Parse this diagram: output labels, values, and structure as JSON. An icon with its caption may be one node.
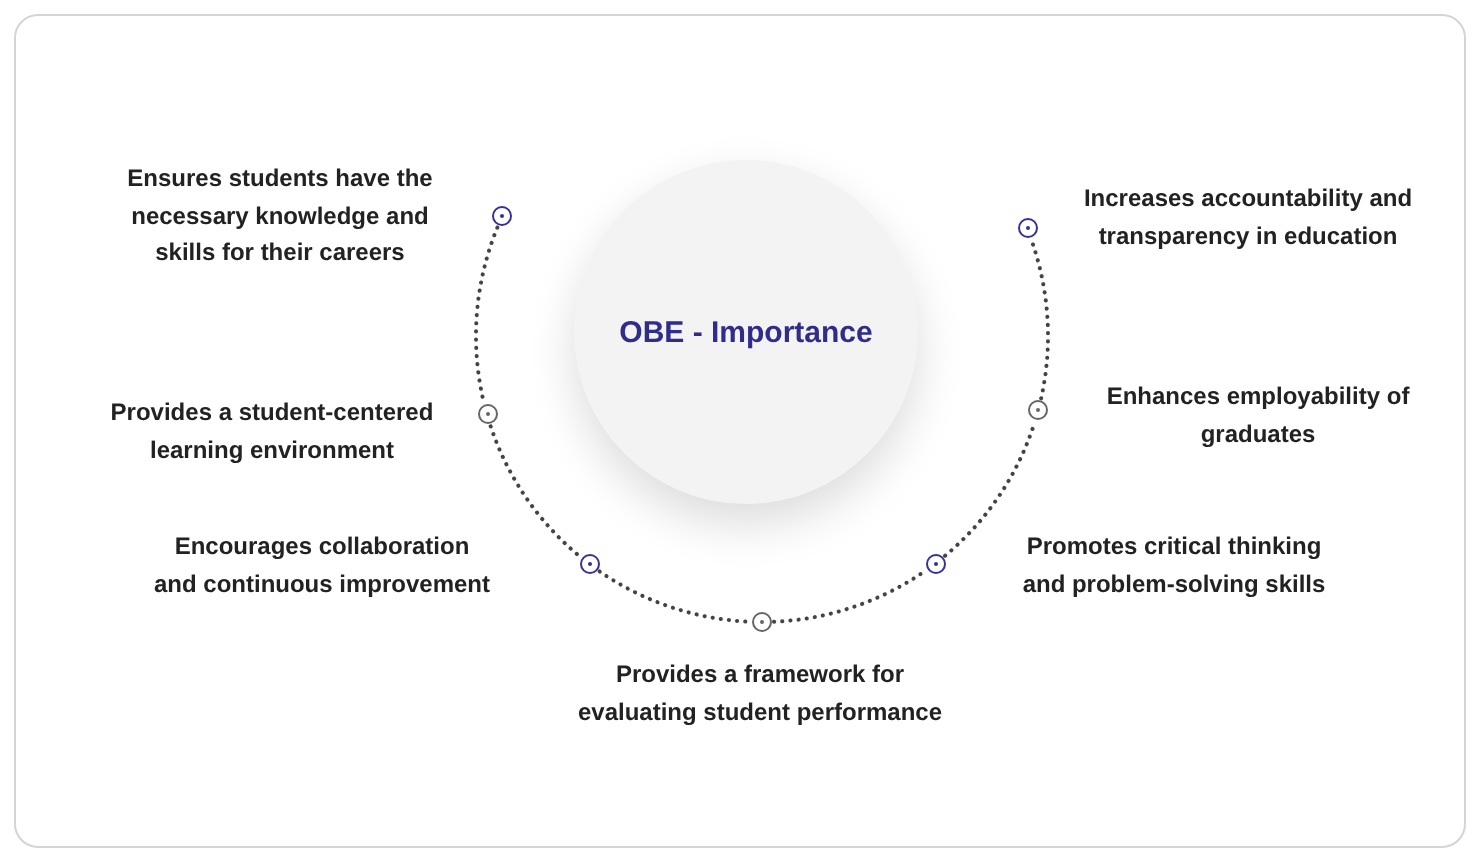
{
  "diagram": {
    "nodes": [
      {
        "text": [
          "OBE - Importance"
        ]
      },
      {
        "text": [],
        "shape": "circle",
        "beside": [
          "Ensures students have the necessary knowledge and skills for their careers"
        ]
      },
      {
        "text": [],
        "shape": "circle",
        "beside": [
          "Provides a student-centered learning environment"
        ]
      },
      {
        "text": [],
        "shape": "circle",
        "beside": [
          "Encourages collaboration and continuous improvement"
        ]
      },
      {
        "text": [],
        "shape": "circle",
        "beside": [
          "Provides a framework for evaluating student performance"
        ]
      },
      {
        "text": [],
        "shape": "circle",
        "beside": [
          "Promotes critical thinking and problem-solving skills"
        ]
      },
      {
        "text": [],
        "shape": "circle",
        "beside": [
          "Enhances employability of graduates"
        ]
      },
      {
        "text": [],
        "shape": "circle",
        "beside": [
          "Increases accountability and transparency in education"
        ]
      }
    ],
    "edges": [
      {
        "from": 1,
        "to": 2,
        "arrow": "none",
        "style": "dashed"
      },
      {
        "from": 2,
        "to": 3,
        "arrow": "none",
        "style": "dashed"
      },
      {
        "from": 3,
        "to": 4,
        "arrow": "none",
        "style": "dashed"
      },
      {
        "from": 4,
        "to": 5,
        "arrow": "none",
        "style": "dashed"
      },
      {
        "from": 5,
        "to": 6,
        "arrow": "none",
        "style": "dashed"
      },
      {
        "from": 6,
        "to": 7,
        "arrow": "none",
        "style": "dashed"
      }
    ]
  }
}
